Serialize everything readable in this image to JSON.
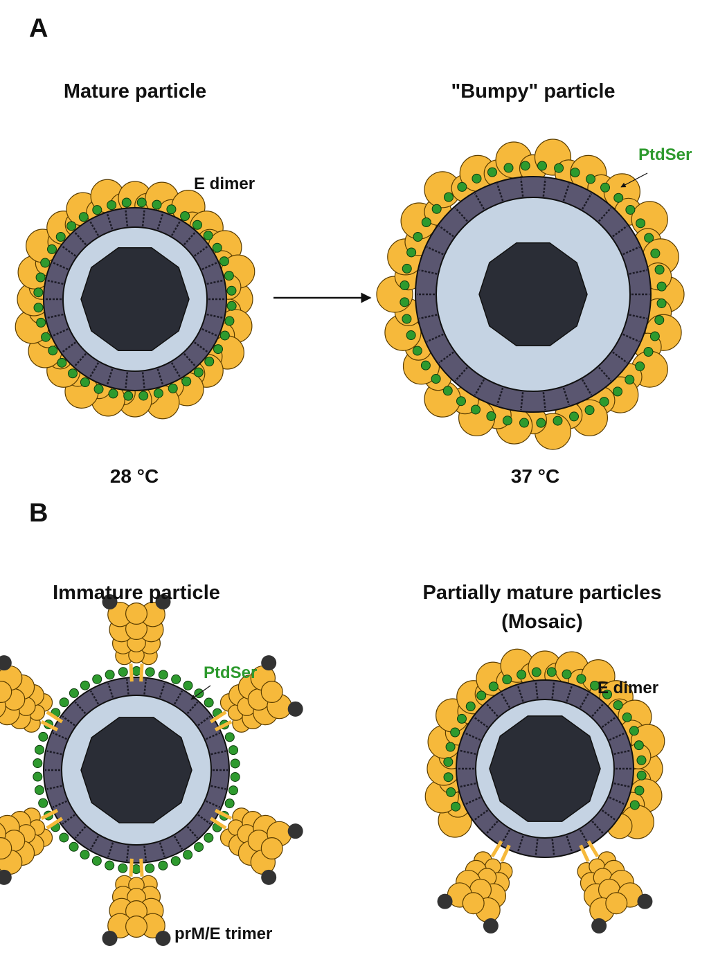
{
  "panels": {
    "a": {
      "letter": "A",
      "left_title": "Mature particle",
      "right_title": "\"Bumpy\" particle",
      "left_annotation": "E dimer",
      "right_annotation": "PtdSer",
      "left_temp": "28 °C",
      "right_temp": "37 °C"
    },
    "b": {
      "letter": "B",
      "left_title": "Immature particle",
      "right_title_line1": "Partially mature particles",
      "right_title_line2": "(Mosaic)",
      "left_annotation_top": "PtdSer",
      "left_annotation_bottom": "prM/E trimer",
      "right_annotation": "E dimer"
    }
  },
  "colors": {
    "protein_yellow": "#f6b93b",
    "membrane_purple": "#5a5670",
    "inner_blue": "#c5d3e3",
    "core_dark": "#2a2d36",
    "ptdser_green": "#2e9a2e",
    "pr_cap_black": "#333333"
  }
}
